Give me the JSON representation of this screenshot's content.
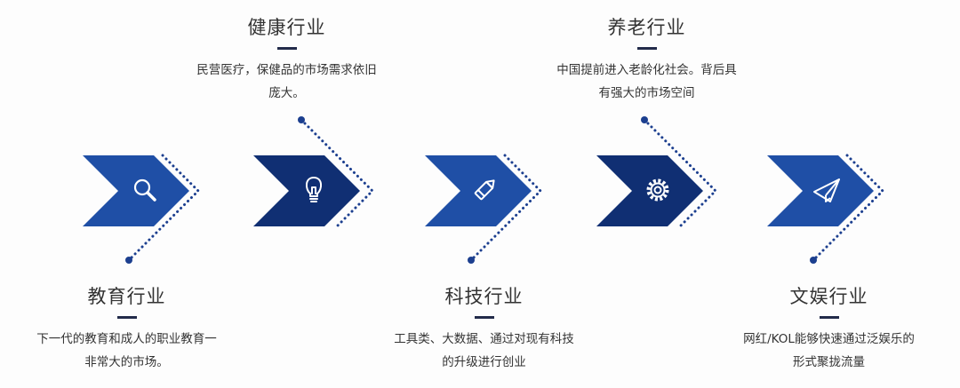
{
  "colors": {
    "chevron_light": "#1f4fa6",
    "chevron_dark": "#102f73",
    "dot_line": "#1c3f8f",
    "title_bar": "#222b4a",
    "text": "#333333"
  },
  "industries": [
    {
      "title": "教育行业",
      "desc_lines": [
        "下一代的教育和成人的职业教育一",
        "非常大的市场。"
      ],
      "icon": "search-icon",
      "position": "bottom"
    },
    {
      "title": "健康行业",
      "desc_lines": [
        "民营医疗，保健品的市场需求依旧",
        "庞大。"
      ],
      "icon": "lightbulb-icon",
      "position": "top"
    },
    {
      "title": "科技行业",
      "desc_lines": [
        "工具类、大数据、通过对现有科技",
        "的升级进行创业"
      ],
      "icon": "pencil-icon",
      "position": "bottom"
    },
    {
      "title": "养老行业",
      "desc_lines": [
        "中国提前进入老龄化社会。背后具",
        "有强大的市场空间"
      ],
      "icon": "gear-icon",
      "position": "top"
    },
    {
      "title": "文娱行业",
      "desc_lines": [
        "网红/KOL能够快速通过泛娱乐的",
        "形式聚拢流量"
      ],
      "icon": "paper-plane-icon",
      "position": "bottom"
    }
  ]
}
